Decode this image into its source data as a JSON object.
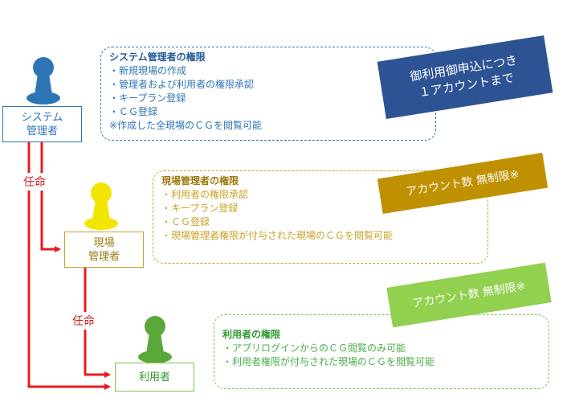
{
  "roles": {
    "system_admin": {
      "line1": "システム",
      "line2": "管理者",
      "color": "#2e75b6",
      "icon": "person-icon"
    },
    "site_admin": {
      "line1": "現場",
      "line2": "管理者",
      "color": "#f2e600",
      "icon": "person-icon"
    },
    "user": {
      "label": "利用者",
      "color": "#5aa83a",
      "icon": "person-icon"
    }
  },
  "appoint_labels": [
    "任命",
    "任命"
  ],
  "permissions": {
    "system_admin": {
      "title": "システム管理者の権限",
      "items": [
        "・新規現場の作成",
        "・管理者および利用者の権限承認",
        "・キープラン登録",
        "・ＣＧ登録",
        "※作成した全現場のＣＧを閲覧可能"
      ]
    },
    "site_admin": {
      "title": "現場管理者の権限",
      "items": [
        "・利用者の権限承認",
        "・キープラン登録",
        "・ＣＧ登録",
        "・現場管理者権限が付与された現場のＣＧを閲覧可能"
      ]
    },
    "user": {
      "title": "利用者の権限",
      "items": [
        "・アプリログインからのＣＧ閲覧のみ可能",
        "・利用者権限が付与された現場のＣＧを閲覧可能"
      ]
    }
  },
  "banners": {
    "system_admin": {
      "line1": "御利用御申込につき",
      "line2": "１アカウントまで",
      "color": "#2e5395"
    },
    "site_admin": {
      "text": "アカウント数 無制限※",
      "color": "#bf9000"
    },
    "user": {
      "text": "アカウント数 無制限※",
      "color": "#92d050"
    }
  },
  "arrow_color": "#e81c1c"
}
